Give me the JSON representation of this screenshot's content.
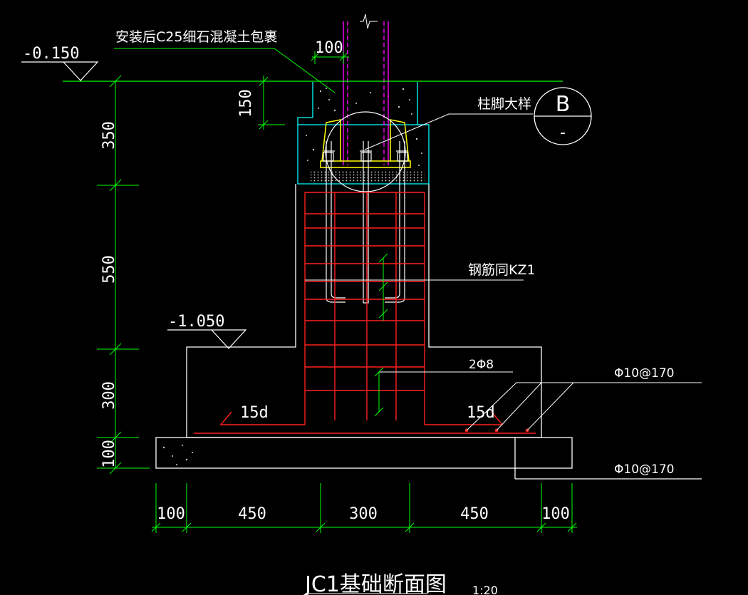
{
  "drawing": {
    "title": "JC1基础断面图",
    "scale": "1:20",
    "colors": {
      "background": "#000000",
      "outline": "#ffffff",
      "rebar": "#ff2020",
      "dimension": "#00ff00",
      "concrete_fill": "#00ffff",
      "steel_column": "#ff00ff",
      "base_plate": "#ffff00"
    }
  },
  "annotations": {
    "encasement_note": "安装后C25细石混凝土包裹",
    "column_foot_detail": "柱脚大样",
    "detail_marker_letter": "B",
    "detail_marker_sub": "-",
    "rebar_note": "钢筋同KZ1",
    "stirrup_note": "2Φ8",
    "bottom_bar_note_1": "Φ10@170",
    "bottom_bar_note_2": "Φ10@170",
    "anchor_left": "15d",
    "anchor_right": "15d"
  },
  "elevations": {
    "top": "-0.150",
    "footing_top": "-1.050"
  },
  "dimensions": {
    "vertical": [
      "350",
      "550",
      "300",
      "100"
    ],
    "top_offset": "150",
    "top_width": "100",
    "horizontal": [
      "100",
      "450",
      "300",
      "450",
      "100"
    ]
  }
}
